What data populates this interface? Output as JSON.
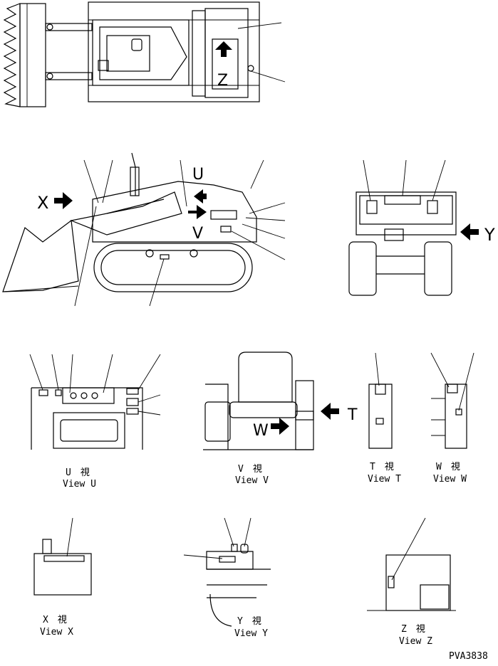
{
  "letters": {
    "x": "X",
    "y": "Y",
    "u": "U",
    "v": "V",
    "t": "T",
    "w": "W",
    "z": "Z"
  },
  "captions": {
    "u": {
      "jp": "U　視",
      "en": "View U"
    },
    "v": {
      "jp": "V　視",
      "en": "View V"
    },
    "t": {
      "jp": "T　視",
      "en": "View T"
    },
    "w": {
      "jp": "W　視",
      "en": "View W"
    },
    "x": {
      "jp": "X　視",
      "en": "View X"
    },
    "y": {
      "jp": "Y　視",
      "en": "View Y"
    },
    "z": {
      "jp": "Z　視",
      "en": "View Z"
    }
  },
  "drawing_code": "PVA3838"
}
